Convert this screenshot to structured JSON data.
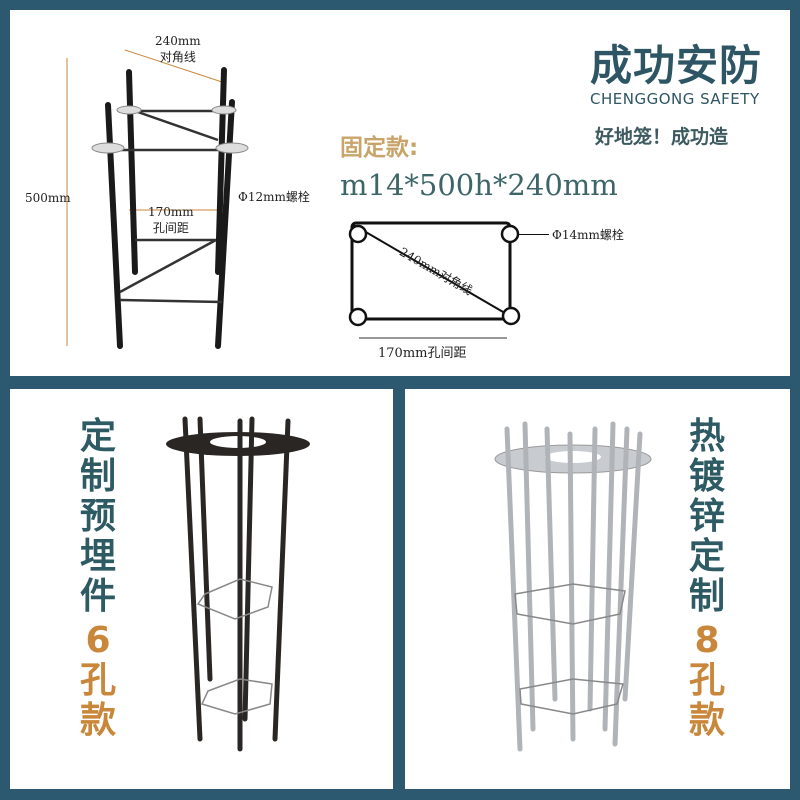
{
  "brand": {
    "name_cn": "成功安防",
    "name_en": "CHENGGONG SAFETY",
    "slogan": "好地笼！成功造",
    "color": "#2d5563",
    "accent": "#e08a2e"
  },
  "top_panel": {
    "model_label": "固定款:",
    "spec": "m14*500h*240mm",
    "photo_labels": {
      "height": "500mm",
      "diagonal_value": "240mm",
      "diagonal_label": "对角线",
      "bolt": "Φ12mm螺栓",
      "spacing_value": "170mm",
      "spacing_label": "孔间距"
    },
    "diagram_labels": {
      "diagonal": "240mm对角线",
      "bolt": "Φ14mm螺栓",
      "spacing": "170mm孔间距"
    }
  },
  "bottom_left": {
    "title_chars": [
      "定",
      "制",
      "预",
      "埋",
      "件"
    ],
    "count": "6",
    "suffix_chars": [
      "孔",
      "款"
    ]
  },
  "bottom_right": {
    "title_chars": [
      "热",
      "镀",
      "锌",
      "定",
      "制"
    ],
    "count": "8",
    "suffix_chars": [
      "孔",
      "款"
    ]
  },
  "colors": {
    "frame": "#2c5870",
    "teal_text": "#2d5a63",
    "orange_text": "#c8873a",
    "gold_text": "#c9a46a"
  }
}
